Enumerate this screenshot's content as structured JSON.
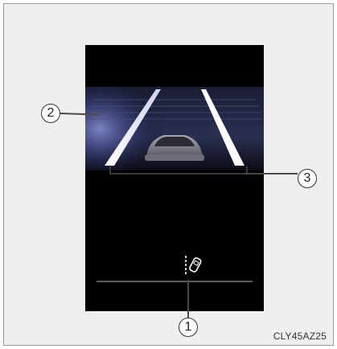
{
  "callouts": {
    "one": "1",
    "two": "2",
    "three": "3"
  },
  "image_code": "CLY45AZ25",
  "icons": {
    "lane_departure": "lane-departure-icon"
  },
  "colors": {
    "display_bg": "#000000",
    "lane_line": "#ffffff",
    "road_glow": "#7c86c8"
  }
}
